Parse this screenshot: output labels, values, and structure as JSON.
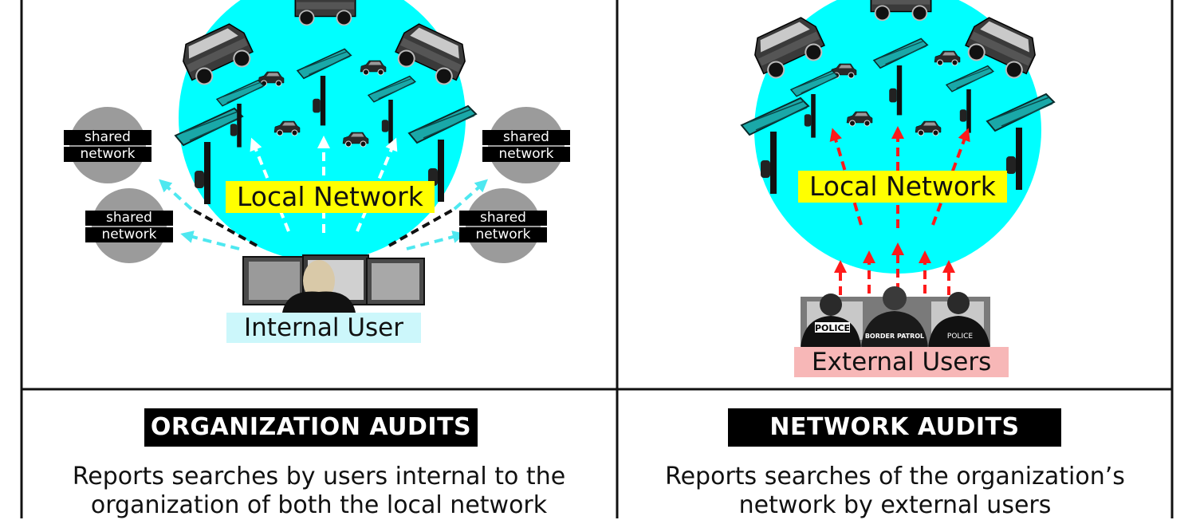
{
  "left_panel": {
    "network_label": "Local Network",
    "user_label": "Internal User",
    "shared_networks": [
      {
        "line1": "shared",
        "line2": "network"
      },
      {
        "line1": "shared",
        "line2": "network"
      },
      {
        "line1": "shared",
        "line2": "network"
      },
      {
        "line1": "shared",
        "line2": "network"
      }
    ],
    "title": "ORGANIZATION AUDITS",
    "description_lines": [
      "Reports searches by users internal to the",
      "organization of both the local network"
    ]
  },
  "right_panel": {
    "network_label": "Local Network",
    "user_label": "External Users",
    "title": "NETWORK AUDITS",
    "description_lines": [
      "Reports searches of the organization’s",
      "network by external users"
    ]
  },
  "colors": {
    "network_circle": "#00ffff",
    "network_label_bg": "#ffff00",
    "internal_label_bg": "#ccf7fb",
    "external_label_bg": "#f7b7b7",
    "shared_circle": "#9b9b9b",
    "internal_arrow": "#4ee8f0",
    "external_arrow": "#ff1a1a",
    "badge_text": "POLICE"
  },
  "icons": [
    "car-icon",
    "camera-pole-icon",
    "computer-monitors-icon",
    "officer-icon"
  ]
}
